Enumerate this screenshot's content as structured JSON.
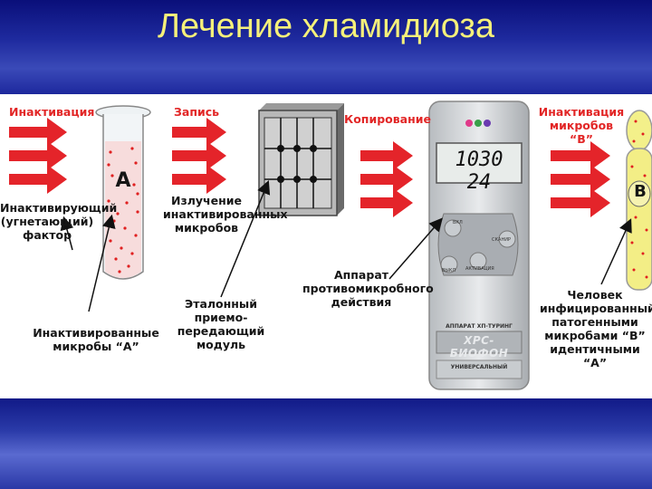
{
  "slide": {
    "title": "Лечение хламидиоза",
    "background_color": "#0b1280",
    "title_color": "#f5f07a",
    "accent_color": "#e22626"
  },
  "diagram": {
    "steps": {
      "inactivation": "Инактивация",
      "recording": "Запись",
      "copying": "Копирование",
      "inactivation_b": "Инактивация\nмикробов “B”"
    },
    "labels": {
      "inhibiting_factor": "Инактивирующий\n(угнетающий)\nфактор",
      "tube_letter": "А",
      "emission": "Излучение\nинактивированных\nмикробов",
      "inactivated_microbes": "Инактивированные\nмикробы “А”",
      "reference_module": "Эталонный\nприемо-передающий\nмодуль",
      "apparatus": "Аппарат\nпротивомикробного\nдействия",
      "person": "Человек\nинфицированный\nпатогенными\nмикробами “В”\nидентичными “А”",
      "person_letter": "В"
    },
    "device": {
      "display": "1030 24",
      "brand": "ХРС-БИОФОН",
      "model_line": "АППАРАТ ХП-ТУРИНГ",
      "sub_line": "УНИВЕРСАЛЬНЫЙ",
      "btn_top": "ВКЛ",
      "btn_right": "СКАНИР",
      "btn_left": "ВЫКЛ",
      "btn_bottom": "АКТИВАЦИЯ"
    }
  }
}
